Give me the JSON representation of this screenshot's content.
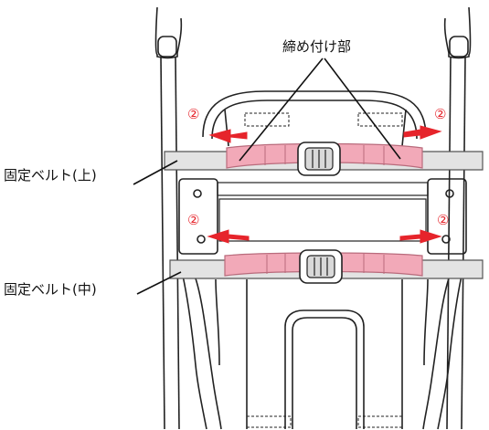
{
  "labels": {
    "tightening_part": "締め付け部",
    "belt_upper": "固定ベルト(上)",
    "belt_middle": "固定ベルト(中)",
    "step_marker": "②"
  },
  "colors": {
    "line": "#222222",
    "belt": "#e3e3e3",
    "belt_border": "#555555",
    "strap_pink": "#f2a9b8",
    "strap_pink_border": "#b96b7c",
    "buckle": "#ffffff",
    "arrow_red": "#e6242b"
  },
  "icons": {
    "arrow": "pull-arrow-icon",
    "buckle": "buckle-icon"
  }
}
